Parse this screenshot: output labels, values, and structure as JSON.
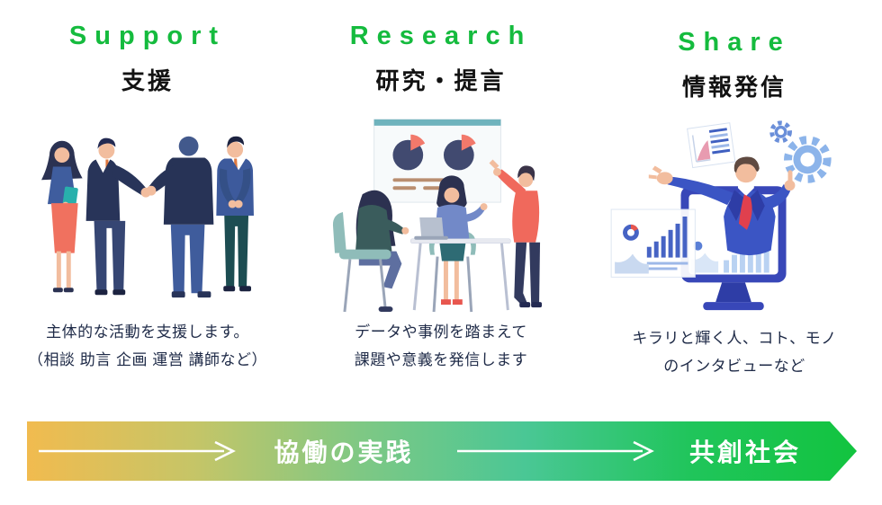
{
  "page": {
    "background": "#ffffff"
  },
  "colors": {
    "heading_green": "#15bb3e",
    "body_text": "#1e2a47",
    "banner_text": "#ffffff"
  },
  "columns": [
    {
      "title_en": "Support",
      "title_ja": "支援",
      "description_lines": [
        "主体的な活動を支援します。",
        "（相談 助言 企画 運営 講師など）"
      ],
      "illustration": "handshake-illustration"
    },
    {
      "title_en": "Research",
      "title_ja": "研究・提言",
      "description_lines": [
        "データや事例を踏まえて",
        "課題や意義を発信します"
      ],
      "illustration": "meeting-presentation-illustration"
    },
    {
      "title_en": "Share",
      "title_ja": "情報発信",
      "description_lines": [
        "キラリと輝く人、コト、モノ",
        "のインタビューなど"
      ],
      "illustration": "broadcast-monitor-illustration"
    }
  ],
  "banner": {
    "stage1_label": "協働の実践",
    "stage2_label": "共創社会",
    "gradient_stops": [
      "#f1bb4f",
      "#c6c567",
      "#7fc884",
      "#4ac795",
      "#20c55b",
      "#12c43f"
    ]
  }
}
